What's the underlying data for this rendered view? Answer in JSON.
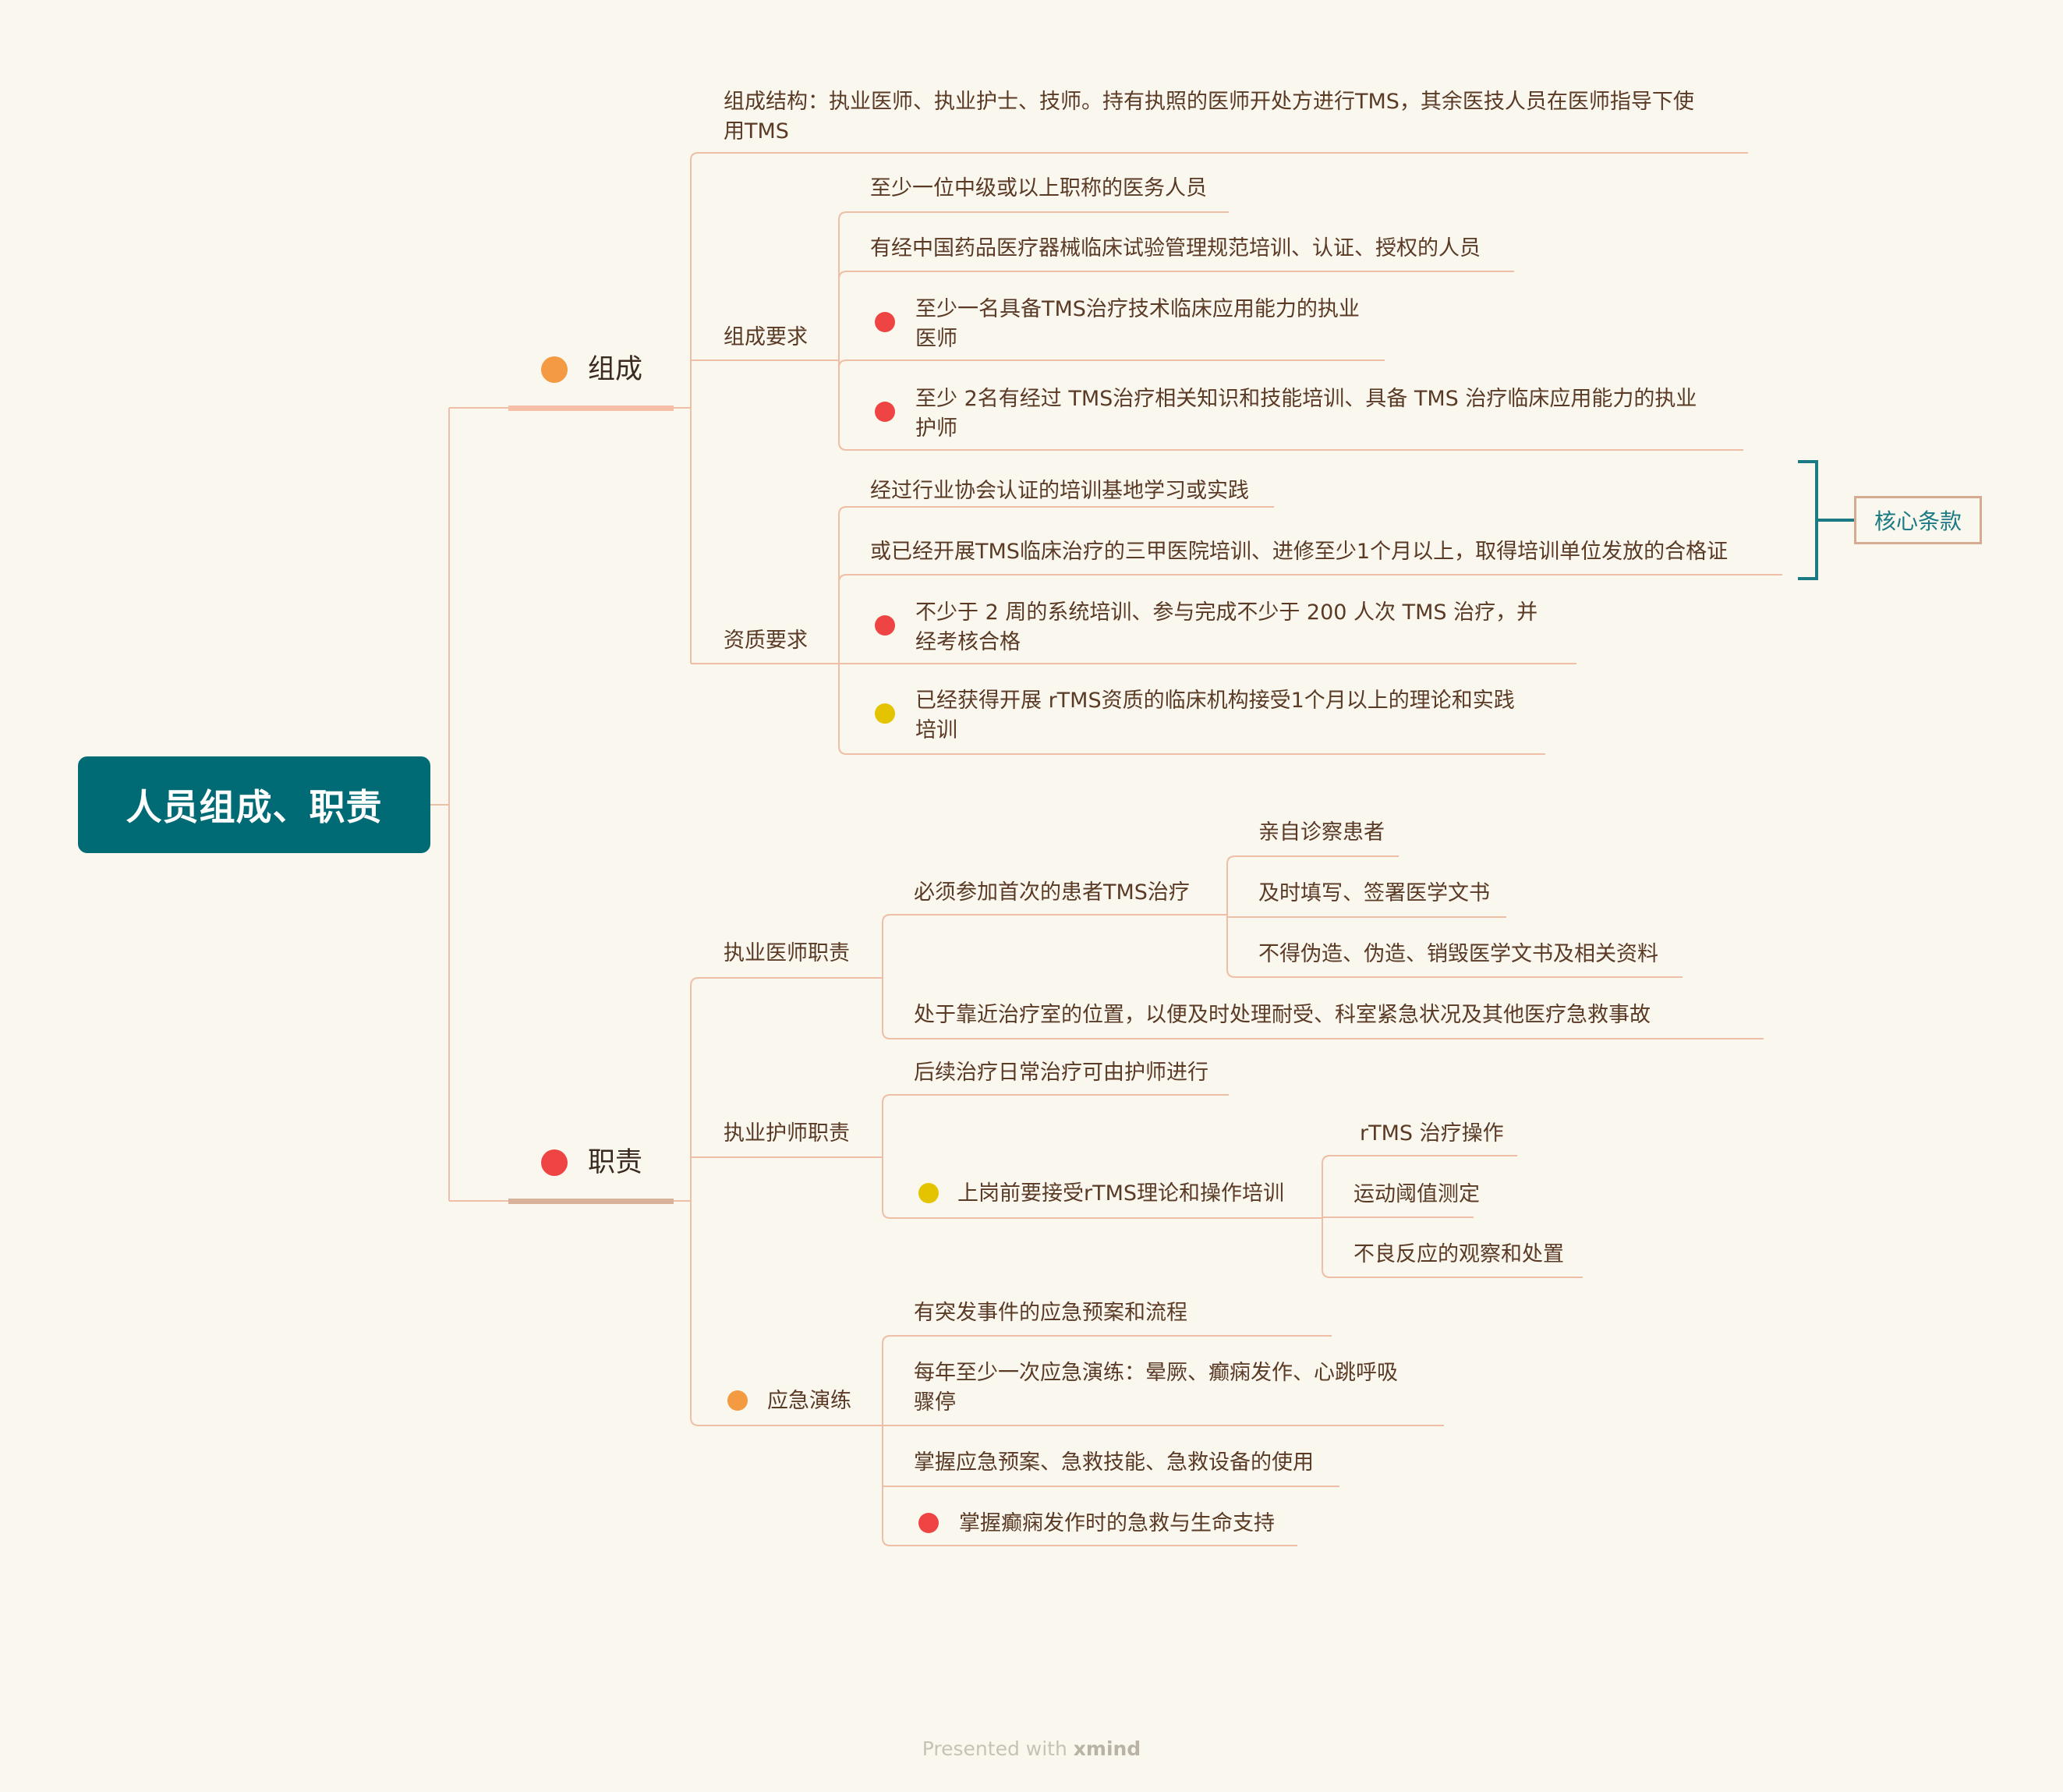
{
  "root": {
    "title": "人员组成、职责"
  },
  "composition": {
    "label": "组成",
    "structure": {
      "line1": "组成结构：执业医师、执业护士、技师。持有执照的医师开处方进行TMS，其余医技人员在医师指导下使",
      "line2": "用TMS"
    },
    "requirements": {
      "label": "组成要求",
      "items": [
        {
          "line1": "至少一位中级或以上职称的医务人员"
        },
        {
          "line1": "有经中国药品医疗器械临床试验管理规范培训、认证、授权的人员"
        },
        {
          "line1": "至少一名具备TMS治疗技术临床应用能力的执业",
          "line2": "医师",
          "marker": "red"
        },
        {
          "line1": "至少 2名有经过 TMS治疗相关知识和技能培训、具备 TMS 治疗临床应用能力的执业",
          "line2": "护师",
          "marker": "red"
        }
      ]
    },
    "qualifications": {
      "label": "资质要求",
      "items": [
        {
          "line1": "经过行业协会认证的培训基地学习或实践"
        },
        {
          "line1": "或已经开展TMS临床治疗的三甲医院培训、进修至少1个月以上，取得培训单位发放的合格证"
        },
        {
          "line1": "不少于 2 周的系统培训、参与完成不少于 200 人次 TMS 治疗，并",
          "line2": "经考核合格",
          "marker": "red"
        },
        {
          "line1": "已经获得开展 rTMS资质的临床机构接受1个月以上的理论和实践",
          "line2": "培训",
          "marker": "yellow"
        }
      ]
    },
    "callout": "核心条款"
  },
  "duties": {
    "label": "职责",
    "physician": {
      "label": "执业医师职责",
      "first_treatment": {
        "label": "必须参加首次的患者TMS治疗",
        "items": [
          "亲自诊察患者",
          "及时填写、签署医学文书",
          "不得伪造、伪造、销毁医学文书及相关资料"
        ]
      },
      "location": "处于靠近治疗室的位置，以便及时处理耐受、科室紧急状况及其他医疗急救事故"
    },
    "nurse": {
      "label": "执业护师职责",
      "followup": "后续治疗日常治疗可由护师进行",
      "training": {
        "label": "上岗前要接受rTMS理论和操作培训",
        "marker": "yellow",
        "items": [
          "rTMS 治疗操作",
          "运动阈值测定",
          "不良反应的观察和处置"
        ]
      }
    },
    "emergency": {
      "label": "应急演练",
      "marker": "orange",
      "items": [
        {
          "line1": "有突发事件的应急预案和流程"
        },
        {
          "line1": "每年至少一次应急演练：晕厥、癫痫发作、心跳呼吸",
          "line2": "骤停"
        },
        {
          "line1": "掌握应急预案、急救技能、急救设备的使用"
        },
        {
          "line1": "掌握癫痫发作时的急救与生命支持",
          "marker": "red"
        }
      ]
    }
  },
  "footer": {
    "prefix": "Presented with ",
    "brand": "xmind"
  },
  "colors": {
    "line": "#eebfa6",
    "root_bg": "#006b75",
    "bracket": "#1c7a84",
    "marker_red": "#ef4444",
    "marker_orange": "#f39a42",
    "marker_yellow": "#e4c400"
  }
}
